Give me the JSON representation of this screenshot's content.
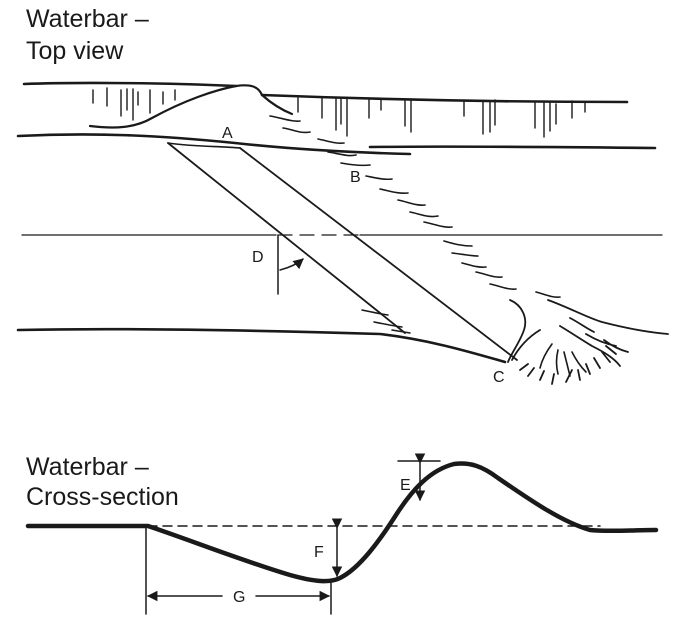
{
  "top_view": {
    "title_line1": "Waterbar –",
    "title_line2": "Top view"
  },
  "cross_section": {
    "title_line1": "Waterbar –",
    "title_line2": "Cross-section"
  },
  "labels": {
    "a": "A",
    "b": "B",
    "c": "C",
    "d": "D",
    "e": "E",
    "f": "F",
    "g": "G"
  }
}
